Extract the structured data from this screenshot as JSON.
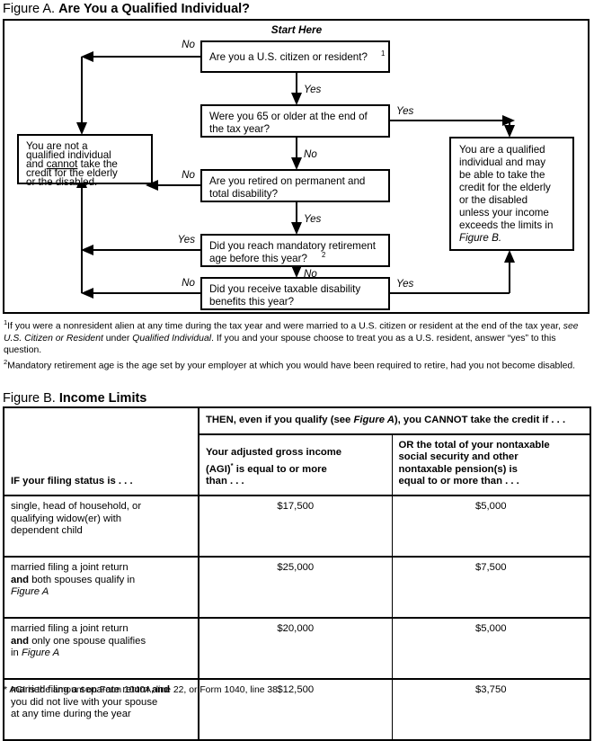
{
  "figure_a": {
    "label": "Figure A.",
    "name": "Are You a Qualified Individual?",
    "start_here": "Start Here",
    "boxes": {
      "q1": {
        "line1": "Are you a U.S. citizen or resident?",
        "footnote_marker": "1"
      },
      "q2": {
        "line1": "Were you 65 or older at the end of",
        "line2": "the tax year?"
      },
      "q3": {
        "line1": "Are you retired on permanent and",
        "line2": "total disability?"
      },
      "q4": {
        "line1": "Did you reach mandatory retirement",
        "line2": "age before this year?",
        "footnote_marker": "2"
      },
      "q5": {
        "line1": "Did you receive taxable disability",
        "line2": "benefits this year?"
      },
      "not_qualified": {
        "line1": "You are not a",
        "line2": "qualified individual",
        "line3a": "and ",
        "line3b": "cannot",
        "line3c": " take the",
        "line4": "credit for the elderly",
        "line5": "or the disabled."
      },
      "qualified": {
        "line1": "You are a qualified",
        "line2": "individual and may",
        "line3": "be able to take the",
        "line4": "credit for the elderly",
        "line5": "or the disabled",
        "line6": "unless your income",
        "line7": "exceeds the limits in",
        "line8": "Figure B."
      }
    },
    "edge_labels": {
      "q1_no": "No",
      "q1_yes": "Yes",
      "q2_yes": "Yes",
      "q2_no": "No",
      "q3_no": "No",
      "q3_yes": "Yes",
      "q4_yes": "Yes",
      "q4_no": "No",
      "q5_no": "No",
      "q5_yes": "Yes"
    },
    "footnotes": {
      "one_marker": "1",
      "one_part1": "If you were a nonresident alien at any time during the tax year and were married to a U.S. citizen or resident at the end of the tax year, ",
      "one_see": "see ",
      "one_italic1": "U.S. Citizen or Resident",
      "one_mid": " under ",
      "one_italic2": "Qualified Individual",
      "one_part2": ". If you and your spouse choose to treat you as a U.S. resident, answer “yes” to this question.",
      "two_marker": "2",
      "two_text": "Mandatory retirement age is the age set by your employer at which you would have been required to retire, had you not become disabled."
    }
  },
  "figure_b": {
    "label": "Figure B.",
    "name": "Income Limits",
    "header": {
      "then_prefix": "THEN, even if you qualify (see ",
      "then_italic": "Figure A",
      "then_suffix": "), you CANNOT take the credit if . . .",
      "status_col": "IF your filing status is . . .",
      "agi_col_line1": "Your adjusted gross income",
      "agi_col_line2a": "(AGI)",
      "agi_col_marker": "*",
      "agi_col_line2b": " is equal to or more",
      "agi_col_line3": "than . . .",
      "nontax_col_line1": "OR the total of your nontaxable",
      "nontax_col_line2": "social security and other",
      "nontax_col_line3": "nontaxable pension(s) is",
      "nontax_col_line4": "equal to or more than . . ."
    },
    "rows": [
      {
        "status_line1": "single, head of household, or",
        "status_line2": "qualifying widow(er) with",
        "status_line3": "dependent child",
        "agi": "$17,500",
        "nontaxable": "$5,000"
      },
      {
        "status_line1": "married filing a joint return",
        "status_bold": "and",
        "status_line2_rest": " both spouses qualify in",
        "status_italic": "Figure A",
        "agi": "$25,000",
        "nontaxable": "$7,500"
      },
      {
        "status_line1": "married filing a joint return",
        "status_bold": "and",
        "status_line2_rest": " only one spouse qualifies",
        "status_line3_prefix": "in ",
        "status_italic": "Figure A",
        "agi": "$20,000",
        "nontaxable": "$5,000"
      },
      {
        "status_line1": "married filing a separate return ",
        "status_bold": "and",
        "status_line2": "you did not live with your spouse",
        "status_line3": "at any time during the year",
        "agi": "$12,500",
        "nontaxable": "$3,750"
      }
    ],
    "footnote": {
      "marker": "*",
      "text": " AGI is the amount on Form 1040A, line 22, or Form 1040, line 38."
    }
  },
  "colors": {
    "ink": "#000000",
    "paper": "#ffffff"
  }
}
